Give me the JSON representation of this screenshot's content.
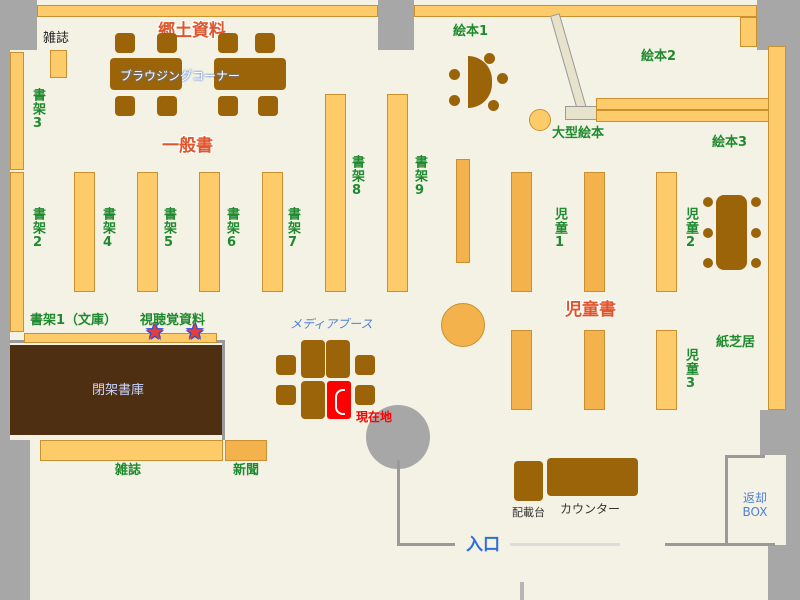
{
  "sections": {
    "local_materials": "郷土資料",
    "browsing_corner": "ブラウジングコーナー",
    "general_books": "一般書",
    "children_books": "児童書",
    "media_booth": "メディアブース",
    "closed_stacks": "閉架書庫",
    "audio_visual": "視聴覚資料",
    "paperback_shelf": "書架1（文庫）"
  },
  "shelves": {
    "shelf2": "書架2",
    "shelf3": "書架3",
    "shelf4": "書架4",
    "shelf5": "書架5",
    "shelf6": "書架6",
    "shelf7": "書架7",
    "shelf8": "書架8",
    "shelf9": "書架9",
    "child1": "児童1",
    "child2": "児童2",
    "child3": "児童3",
    "picture1": "絵本1",
    "picture2": "絵本2",
    "picture3": "絵本3",
    "large_picture": "大型絵本",
    "kamishibai": "紙芝居"
  },
  "labels": {
    "magazine_top": "雑誌",
    "magazine_bottom": "雑誌",
    "newspaper": "新聞",
    "current_location": "現在地",
    "distribution_table": "配載台",
    "counter": "カウンター",
    "return_box": "返却BOX",
    "entrance": "入口"
  },
  "colors": {
    "shelf": "#fecb6b",
    "shelf_dark": "#f3b24c",
    "furniture": "#9c6409",
    "closed_stacks": "#4e2f12",
    "current_location": "#ff0000",
    "section_label": "#e0552b",
    "shelf_label": "#1f8a2f",
    "media_label": "#4f7fd6",
    "entrance_label": "#2f6fd8"
  },
  "markers": [
    {
      "name": "audio-visual-star-1",
      "symbol": "★"
    },
    {
      "name": "audio-visual-star-2",
      "symbol": "★"
    }
  ]
}
